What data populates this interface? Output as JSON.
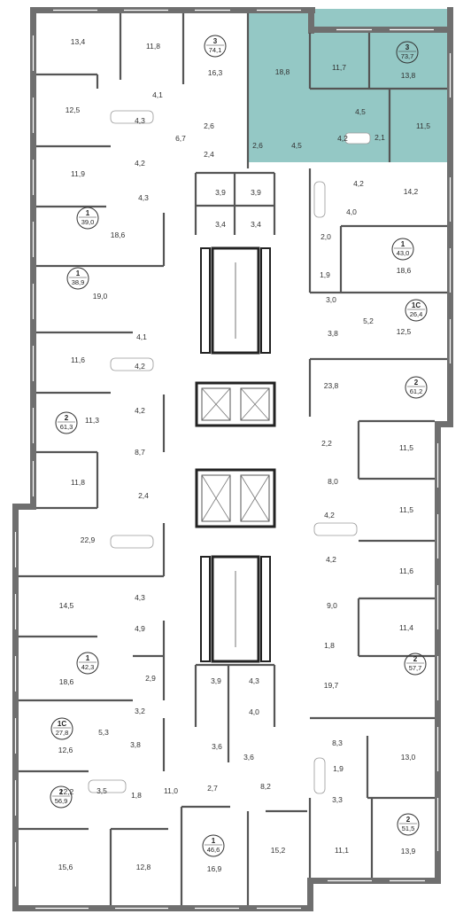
{
  "highlight_color": "#8ec5c2",
  "rooms": [
    "13,4",
    "11,8",
    "16,3",
    "12,5",
    "4,1",
    "4,3",
    "6,7",
    "2,6",
    "2,4",
    "4,2",
    "11,9",
    "4,3",
    "18,6",
    "19,0",
    "4,1",
    "11,6",
    "4,2",
    "4,2",
    "11,3",
    "8,7",
    "11,8",
    "2,4",
    "22,9",
    "14,5",
    "4,3",
    "4,9",
    "2,9",
    "18,6",
    "3,2",
    "5,3",
    "3,8",
    "12,6",
    "3,5",
    "1,8",
    "12,2",
    "11,0",
    "15,6",
    "12,8",
    "2,7",
    "8,2",
    "16,9",
    "15,2",
    "18,8",
    "11,7",
    "13,8",
    "4,5",
    "2,6",
    "4,5",
    "4,2",
    "2,1",
    "11,5",
    "4,2",
    "14,2",
    "4,0",
    "2,0",
    "18,6",
    "1,9",
    "3,0",
    "5,2",
    "3,8",
    "12,5",
    "23,8",
    "2,2",
    "11,5",
    "8,0",
    "11,5",
    "4,2",
    "4,2",
    "11,6",
    "9,0",
    "11,4",
    "1,8",
    "19,7",
    "8,3",
    "13,0",
    "1,9",
    "3,3",
    "11,1",
    "13,9",
    "3,9",
    "3,9",
    "3,4",
    "3,4",
    "3,9",
    "4,3",
    "4,0",
    "3,6",
    "3,6"
  ],
  "apartments": [
    {
      "rooms": "3",
      "area": "74,1"
    },
    {
      "rooms": "1",
      "area": "39,0"
    },
    {
      "rooms": "1",
      "area": "38,9"
    },
    {
      "rooms": "2",
      "area": "61,3"
    },
    {
      "rooms": "1",
      "area": "42,3"
    },
    {
      "rooms": "1С",
      "area": "27,8"
    },
    {
      "rooms": "2",
      "area": "56,9"
    },
    {
      "rooms": "1",
      "area": "46,6"
    },
    {
      "rooms": "3",
      "area": "73,7"
    },
    {
      "rooms": "1",
      "area": "43,0"
    },
    {
      "rooms": "1С",
      "area": "26,4"
    },
    {
      "rooms": "2",
      "area": "61,2"
    },
    {
      "rooms": "2",
      "area": "57,7"
    },
    {
      "rooms": "2",
      "area": "51,5"
    }
  ]
}
